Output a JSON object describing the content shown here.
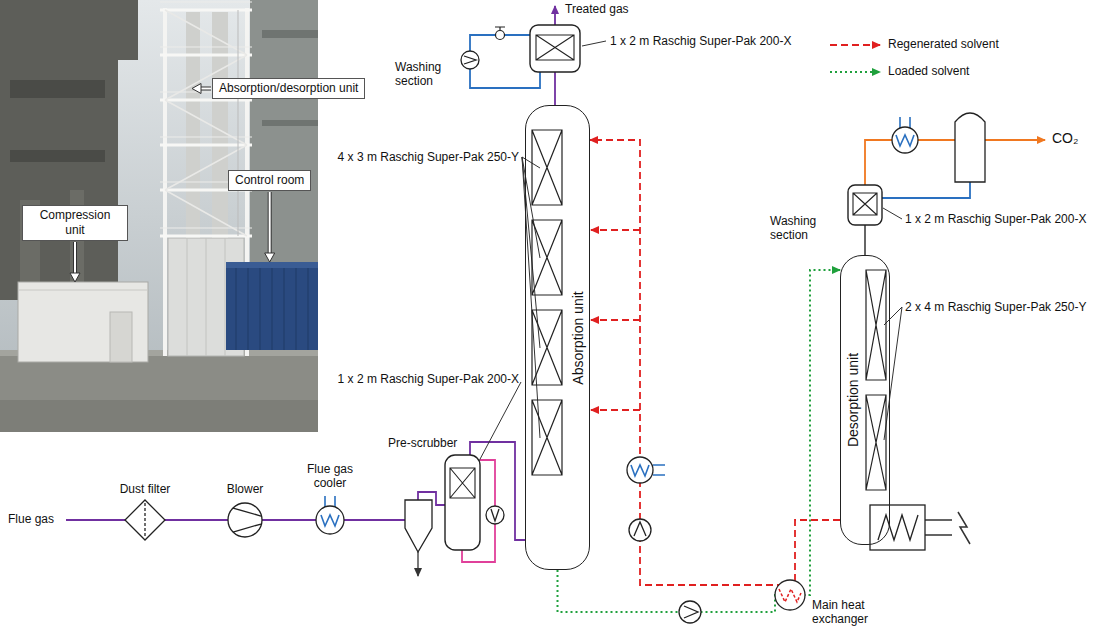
{
  "diagram": {
    "nodes": [
      {
        "text": [
          "Absorption/desorption unit"
        ]
      },
      {
        "text": [
          "Compression unit"
        ]
      },
      {
        "text": [
          "Control room"
        ]
      },
      {
        "text": [
          "Absorption unit"
        ]
      },
      {
        "text": [
          "Desorption unit"
        ]
      }
    ],
    "edges": [
      {
        "from": 3,
        "to": 4,
        "arrow": "to"
      },
      {
        "from": 4,
        "to": 3,
        "arrow": "to"
      }
    ],
    "labels": [
      "Treated gas",
      "1 x 2 m Raschig Super-Pak 200-X",
      "Washing section",
      "4 x 3 m Raschig Super-Pak 250-Y",
      "1 x 2 m Raschig Super-Pak 200-X",
      "Pre-scrubber",
      "Flue gas",
      "Dust filter",
      "Blower",
      "Flue gas cooler",
      "Washing section",
      "1 x 2 m Raschig Super-Pak 200-X",
      "2 x 4 m Raschig Super-Pak 250-Y",
      "CO₂",
      "Main heat exchanger"
    ],
    "legend": [
      {
        "text": "Regenerated solvent"
      },
      {
        "text": "Loaded solvent"
      }
    ]
  }
}
